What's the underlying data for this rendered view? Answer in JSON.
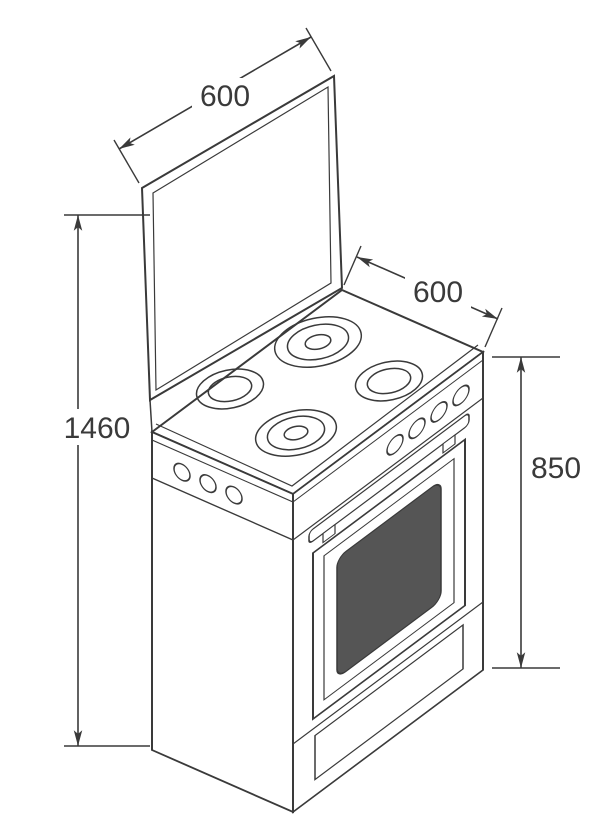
{
  "diagram": {
    "labels": {
      "lid_width": "600",
      "top_width": "600",
      "total_height": "1460",
      "body_height": "850"
    },
    "colors": {
      "line": "#3a3a3a",
      "oven_window": "#555555",
      "background": "#ffffff"
    }
  }
}
